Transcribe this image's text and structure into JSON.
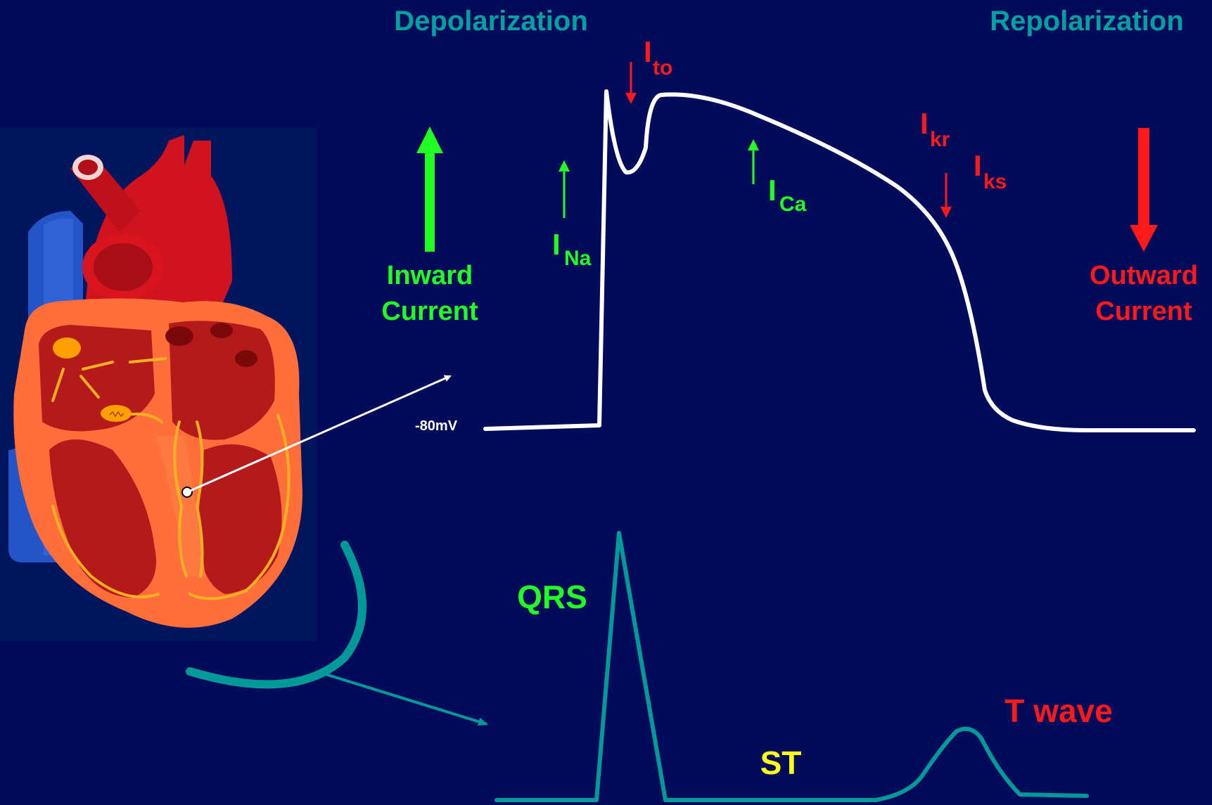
{
  "headings": {
    "depolarization": "Depolarization",
    "repolarization": "Repolarization"
  },
  "currents": {
    "i_to": {
      "main": "I",
      "sub": "to"
    },
    "i_na": {
      "main": "I",
      "sub": "Na"
    },
    "i_ca": {
      "main": "I",
      "sub": "Ca"
    },
    "i_kr": {
      "main": "I",
      "sub": "kr"
    },
    "i_ks": {
      "main": "I",
      "sub": "ks"
    }
  },
  "inward": {
    "line1": "Inward",
    "line2": "Current"
  },
  "outward": {
    "line1": "Outward",
    "line2": "Current"
  },
  "resting_potential": "-80mV",
  "ecg": {
    "qrs": "QRS",
    "st": "ST",
    "t_wave": "T wave"
  },
  "colors": {
    "background": "#000c5a",
    "teal": "#00a0a0",
    "green": "#22ff22",
    "red": "#ff1a1a",
    "yellow": "#ffff1a",
    "white": "#ffffff",
    "ecg_line": "#009999",
    "heart_panel": "#00155e"
  },
  "icons": [
    "heart-anatomy-illustration",
    "arrow-up-icon",
    "arrow-down-icon",
    "pointer-arrow-icon"
  ]
}
